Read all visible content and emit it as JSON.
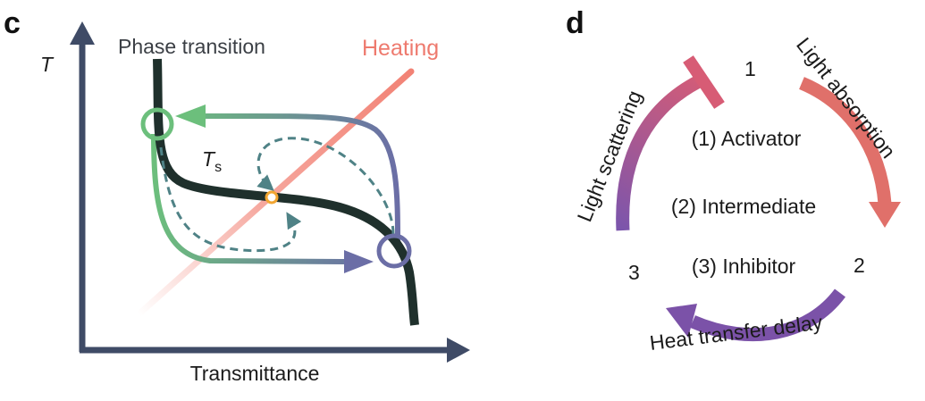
{
  "panel_c": {
    "letter": "c",
    "y_axis_label": "T",
    "x_axis_label": "Transmittance",
    "phase_transition_label": "Phase transition",
    "heating_label": "Heating",
    "ts_label": "T",
    "ts_subscript": "s",
    "colors": {
      "axis": "#3f4b66",
      "phase_curve": "#1f302c",
      "heating_line": "#f28275",
      "green_path": "#6cbf7c",
      "purple_path": "#6b6ea6",
      "dashed_path": "#4f8286",
      "fixed_point": "#f2a531"
    }
  },
  "panel_d": {
    "letter": "d",
    "stage_1_number": "1",
    "stage_2_number": "2",
    "stage_3_number": "3",
    "activator_label": "(1) Activator",
    "intermediate_label": "(2) Intermediate",
    "inhibitor_label": "(3) Inhibitor",
    "light_absorption_label": "Light absorption",
    "heat_transfer_label": "Heat transfer delay",
    "light_scattering_label": "Light scattering",
    "colors": {
      "red_arc": "#e0706a",
      "purple_arc": "#7b52a8",
      "gradient_purple": "#7b55ac",
      "gradient_red": "#d75c75"
    }
  }
}
